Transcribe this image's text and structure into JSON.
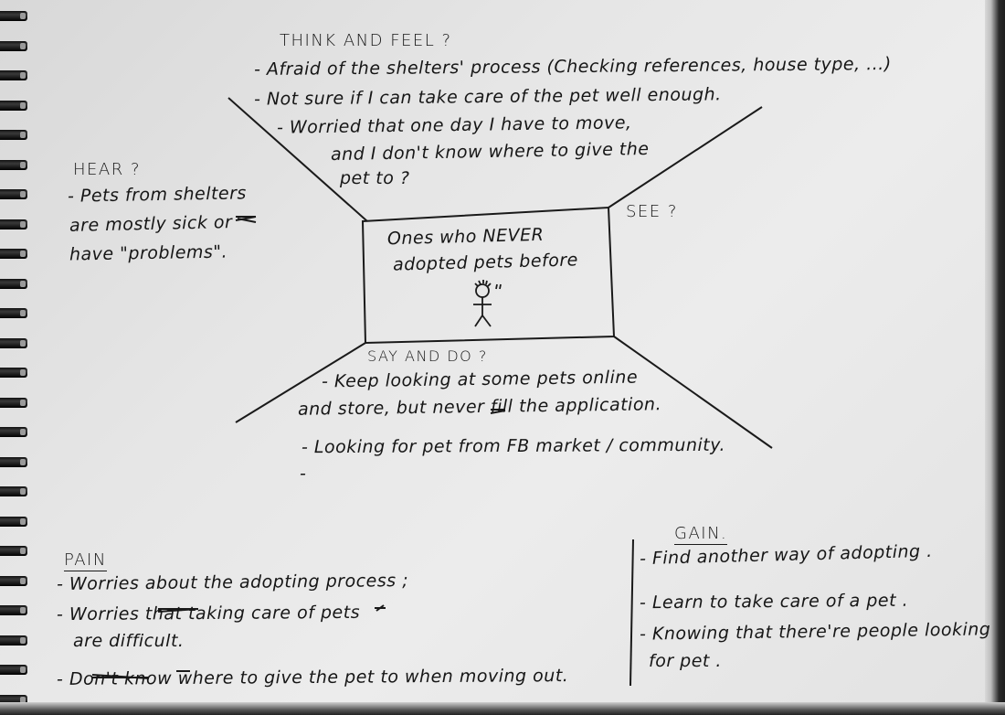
{
  "think_and_feel": {
    "heading": "THINK AND FEEL ?",
    "lines": [
      "- Afraid of the shelters' process (Checking references, house type, ...)",
      "- Not sure if I can take care of the pet well enough.",
      "- Worried that one day I have to move,",
      "and I don't know where to give the",
      "pet to ?"
    ]
  },
  "hear": {
    "heading": "HEAR ?",
    "lines": [
      "- Pets from shelters",
      "are mostly sick or",
      "have \"problems\"."
    ]
  },
  "see": {
    "heading": "SEE ?"
  },
  "center": {
    "line1": "Ones who NEVER",
    "line2": "adopted pets before"
  },
  "say_and_do": {
    "heading": "SAY AND DO ?",
    "lines": [
      "- Keep looking at some pets online",
      "and store, but never fill the application.",
      "- Looking for pet from FB market / community.",
      "-"
    ]
  },
  "pain": {
    "heading": "PAIN",
    "lines": [
      "- Worries about the adopting process ;",
      "- Worries that taking care of pets",
      "are difficult.",
      "- Don't know where to give the pet to when moving out."
    ]
  },
  "gain": {
    "heading": "GAIN.",
    "lines": [
      "- Find another way of adopting .",
      "- Learn to take care of a pet .",
      "- Knowing that there're people looking",
      "for pet ."
    ]
  }
}
